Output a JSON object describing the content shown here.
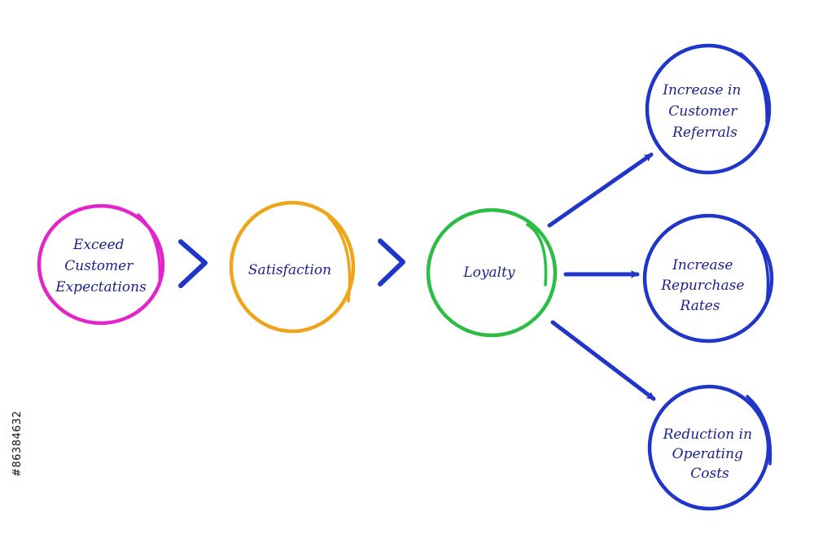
{
  "colors": {
    "magenta": "#e225c8",
    "orange": "#eda51a",
    "green": "#2cbd45",
    "blue": "#1f36c9",
    "text": "#1b1f8a"
  },
  "nodes": [
    {
      "id": "exceed",
      "lines": [
        "Exceed",
        "Customer",
        "Expectations"
      ],
      "color": "magenta"
    },
    {
      "id": "satisfaction",
      "lines": [
        "Satisfaction"
      ],
      "color": "orange"
    },
    {
      "id": "loyalty",
      "lines": [
        "Loyalty"
      ],
      "color": "green"
    },
    {
      "id": "referrals",
      "lines": [
        "Increase in",
        "Customer",
        "Referrals"
      ],
      "color": "blue"
    },
    {
      "id": "repurchase",
      "lines": [
        "Increase",
        "Repurchase",
        "Rates"
      ],
      "color": "blue"
    },
    {
      "id": "costs",
      "lines": [
        "Reduction in",
        "Operating",
        "Costs"
      ],
      "color": "blue"
    }
  ],
  "connectors": [
    {
      "from": "exceed",
      "to": "satisfaction",
      "style": "chevron",
      "icon": "chevron-right-icon"
    },
    {
      "from": "satisfaction",
      "to": "loyalty",
      "style": "chevron",
      "icon": "chevron-right-icon"
    },
    {
      "from": "loyalty",
      "to": "referrals",
      "style": "arrow",
      "icon": "arrow-icon"
    },
    {
      "from": "loyalty",
      "to": "repurchase",
      "style": "arrow",
      "icon": "arrow-icon"
    },
    {
      "from": "loyalty",
      "to": "costs",
      "style": "arrow",
      "icon": "arrow-icon"
    }
  ],
  "stock_id": "#86384632"
}
